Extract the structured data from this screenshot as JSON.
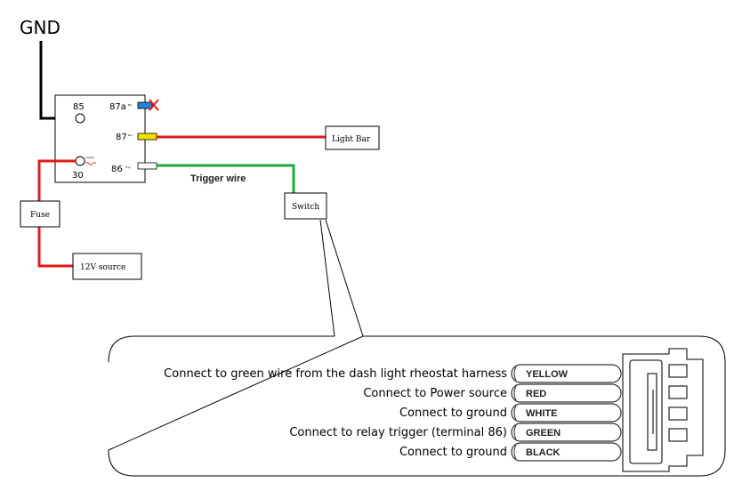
{
  "ground": {
    "label": "GND"
  },
  "relay": {
    "pins": {
      "p85": "85",
      "p87a": "87a",
      "p87": "87",
      "p30": "30",
      "p86": "86"
    },
    "pin_tags": {
      "p87a": "NC",
      "p87": "NO",
      "p30": "Supply",
      "p86": "Trig"
    }
  },
  "components": {
    "light_bar": "Light Bar",
    "fuse": "Fuse",
    "source": "12V source",
    "switch": "Switch"
  },
  "wires": {
    "trigger": "Trigger wire"
  },
  "colors": {
    "wire_ground": "#000000",
    "wire_power": "#e01b1b",
    "wire_trigger": "#1faa3a",
    "pin_87a": "#2a7fd6",
    "pin_87": "#f2e200",
    "disconnect_mark": "#e01b1b"
  },
  "connector": {
    "rows": [
      {
        "description": "Connect to green wire from the dash light rheostat harness",
        "wire": "YELLOW"
      },
      {
        "description": "Connect to Power source",
        "wire": "RED"
      },
      {
        "description": "Connect to ground",
        "wire": "WHITE"
      },
      {
        "description": "Connect to relay trigger (terminal 86)",
        "wire": "GREEN"
      },
      {
        "description": "Connect to ground",
        "wire": "BLACK"
      }
    ]
  }
}
